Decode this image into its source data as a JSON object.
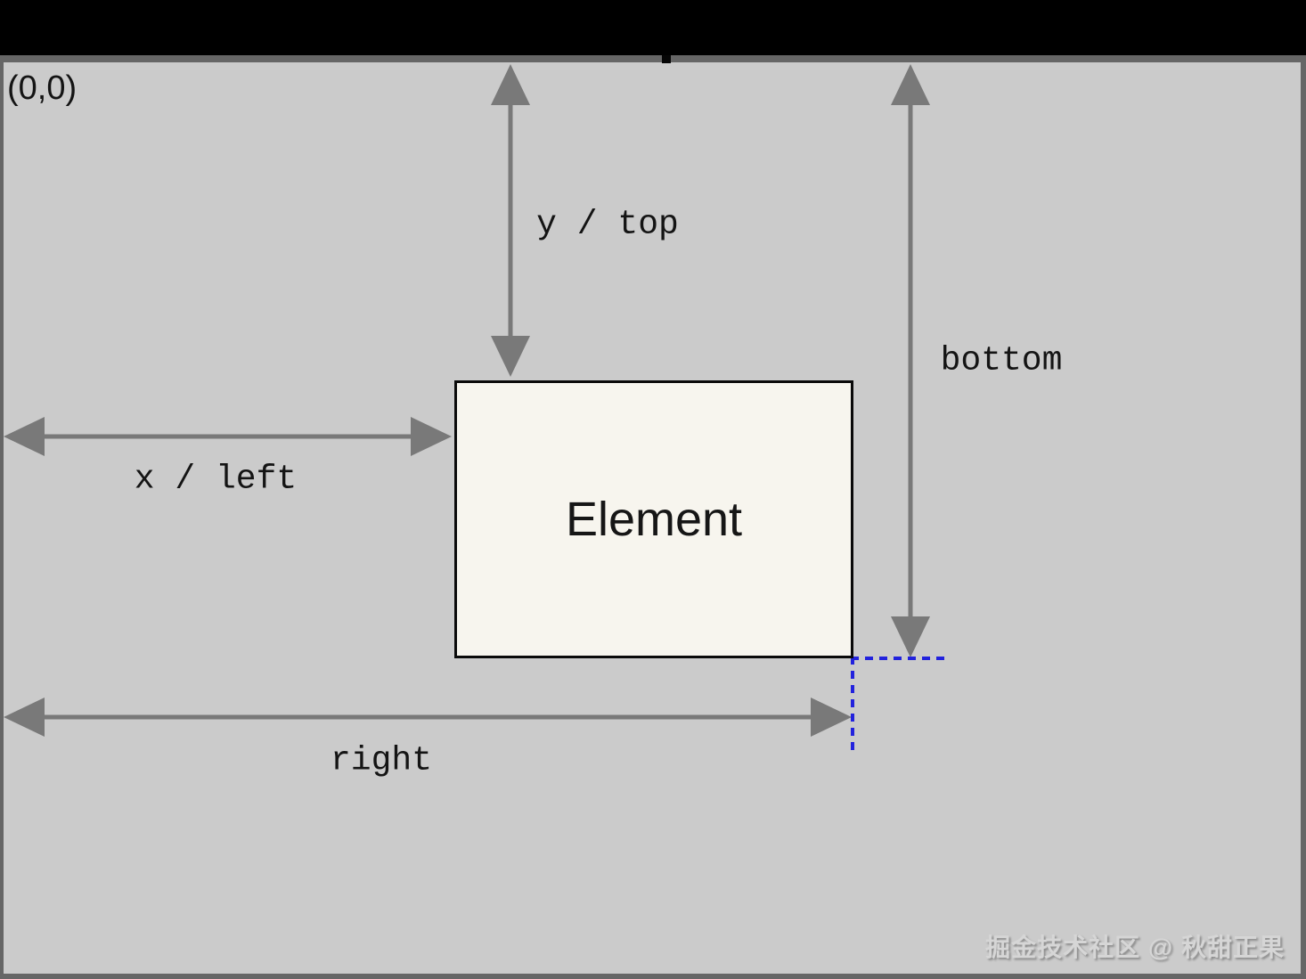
{
  "diagram": {
    "origin_label": "(0,0)",
    "element_label": "Element",
    "labels": {
      "y_top": "y / top",
      "x_left": "x / left",
      "bottom": "bottom",
      "right": "right"
    },
    "watermark": "掘金技术社区 @ 秋甜正果"
  },
  "colors": {
    "letterbox": "#000000",
    "frame": "#666666",
    "canvas_bg": "#cbcbcb",
    "arrow": "#797979",
    "element_fill": "#f7f5ee",
    "element_border": "#0a0a0a",
    "guide_blue": "#2222dd",
    "label_text": "#141414",
    "watermark_text": "#d6d6d6"
  }
}
